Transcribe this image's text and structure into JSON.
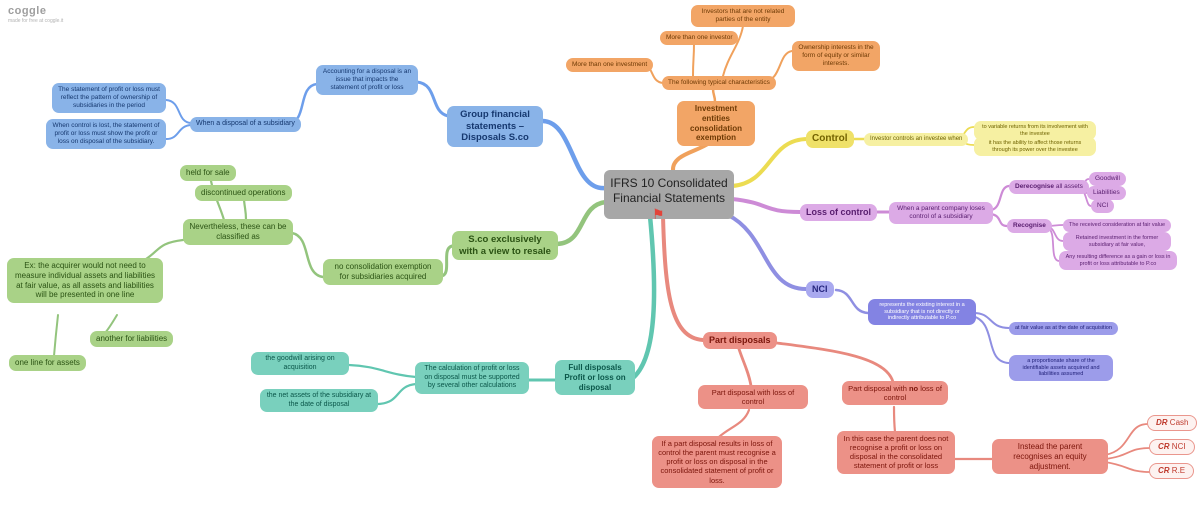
{
  "watermark": {
    "brand": "coggle",
    "tagline": "made for free at coggle.it"
  },
  "center": {
    "label": "IFRS 10 Consolidated Financial Statements",
    "flag_icon": "⚑"
  },
  "group_disposals": {
    "root": "Group financial statements – Disposals S.co",
    "accounting_issue": "Accounting for a disposal is an issue that impacts the statement of profit or loss",
    "when_disposal": "When a disposal of a subsidiary",
    "ownership_pattern": "The statement of profit or loss must reflect the pattern of ownership of subsidiaries in the period",
    "control_lost": "When control is lost, the statement of profit or loss must show the profit or loss on disposal of the subsidiary."
  },
  "investment_entities": {
    "root": "Investment entities consolidation exemption",
    "characteristics": "The following typical characteristics",
    "more_than_one_investment": "More than one investment",
    "more_than_one_investor": "More than one investor",
    "unrelated_investors": "Investors that are not related parties of the entity",
    "ownership_interests": "Ownership interests in the form of equity or similar interests."
  },
  "control": {
    "root": "Control",
    "controls_when": "Investor controls an investee when",
    "variable_returns": "to variable returns from its involvement with the investee",
    "ability_to_affect": "it has the ability to affect those returns through its power over the investee"
  },
  "loss_of_control": {
    "root": "Loss of control",
    "parent_loses": "When a parent company loses control of a subsidiary",
    "derecognise_bold": "Derecognise",
    "derecognise_rest": " all assets",
    "goodwill": "Goodwill",
    "liabilities": "Liabilities",
    "nci": "NCI",
    "recognise": "Recognise",
    "consideration": "The received consideration at fair value",
    "retained_investment": "Retained investment in the former subsidiary at fair value,",
    "resulting_difference": "Any resulting difference as a gain or loss in profit or loss attributable to P.co"
  },
  "nci": {
    "root": "NCI",
    "definition": "represents the existing interest in a subsidiary that is not directly or indirectly attributable to P.co",
    "fair_value": "at fair value as at the date of acquisition",
    "proportionate_share": "a proportionate share of the identifiable assets acquired and liabilities assumed"
  },
  "resale": {
    "root": "S.co exclusively with a view to resale",
    "no_exemption": "no consolidation exemption for subsidiaries acquired",
    "nevertheless": "Nevertheless, these can be classified as",
    "held_for_sale": "held for sale",
    "discontinued": "discontinued operations",
    "example": "Ex: the acquirer would not need to measure individual assets and liabilities at fair value, as all assets and liabilities will be presented in one line",
    "another_line": "another for liabilities",
    "one_line": "one line for assets"
  },
  "full_disposals": {
    "root_line1": "Full disposals",
    "root_line2": "Profit or loss on disposal",
    "calculation": "The calculation of profit or loss on disposal must be supported by several other calculations",
    "goodwill": "the goodwill arising on acquisition",
    "net_assets": "the net assets of the subsidiary at the date of disposal"
  },
  "part_disposals": {
    "root": "Part disposals",
    "with_loss": "Part disposal with loss of control",
    "with_loss_detail": "If a part disposal results in loss of control the parent must recognise a profit or loss on disposal in the consolidated statement of profit or loss.",
    "no_loss_prefix": "Part disposal with ",
    "no_loss_bold": "no",
    "no_loss_suffix": " loss of control",
    "no_loss_detail": "In this case the parent does not recognise a profit or loss on disposal in the consolidated statement of profit or loss",
    "equity_adjustment": "Instead the parent recognises an equity adjustment.",
    "dr_cash_prefix": "DR",
    "dr_cash_rest": " Cash",
    "cr_nci_prefix": "CR",
    "cr_nci_rest": " NCI",
    "cr_re_prefix": "CR",
    "cr_re_rest": " R.E"
  }
}
